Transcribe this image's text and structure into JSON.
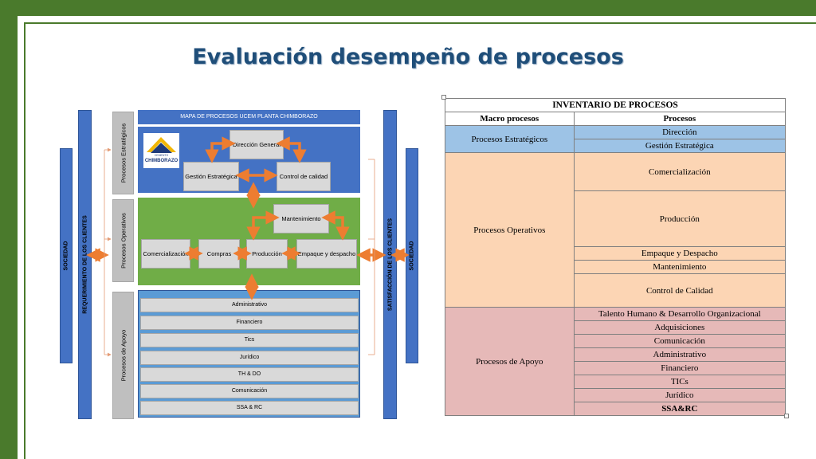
{
  "title": "Evaluación desempeño de procesos",
  "map": {
    "header": "MAPA DE PROCESOS UCEM PLANTA CHIMBORAZO",
    "left_outer": "SOCIEDAD",
    "left_inner": "REQUERIMIENTO DE LOS CLIENTES",
    "right_inner": "SATISFACCIÓN DE LOS CLIENTES",
    "right_outer": "SOCIEDAD",
    "logo_top": "CEMENTO",
    "logo_name": "CHIMBORAZO",
    "groups": {
      "strategic": "Procesos Estratégicos",
      "operative": "Procesos Operativos",
      "support": "Procesos de Apoyo"
    },
    "strategic_boxes": {
      "direction": "Dirección General",
      "strategic_mgmt": "Gestión Estratégica",
      "quality": "Control de calidad"
    },
    "operative_boxes": {
      "maintenance": "Mantenimiento",
      "commercial": "Comercialización",
      "purchases": "Compras",
      "production": "Producción",
      "packing": "Empaque y despacho"
    },
    "support_boxes": [
      "Administrativo",
      "Financiero",
      "Tics",
      "Jurídico",
      "TH & DO",
      "Comunicación",
      "SSA & RC"
    ],
    "colors": {
      "blue": "#4472c4",
      "green": "#70ad47",
      "arrow": "#ed7d31"
    }
  },
  "inventory": {
    "title": "INVENTARIO DE PROCESOS",
    "col_macro": "Macro procesos",
    "col_proc": "Procesos",
    "groups": [
      {
        "macro": "Procesos Estratégicos",
        "processes": [
          "Dirección",
          "Gestión Estratégica"
        ]
      },
      {
        "macro": "Procesos Operativos",
        "processes": [
          "Comercialización",
          "Producción",
          "Empaque y Despacho",
          "Mantenimiento",
          "Control de Calidad"
        ]
      },
      {
        "macro": "Procesos de Apoyo",
        "processes": [
          "Talento Humano & Desarrollo Organizacional",
          "Adquisiciones",
          "Comunicación",
          "Administrativo",
          "Financiero",
          "TICs",
          "Jurídico",
          "SSA&RC"
        ]
      }
    ]
  }
}
